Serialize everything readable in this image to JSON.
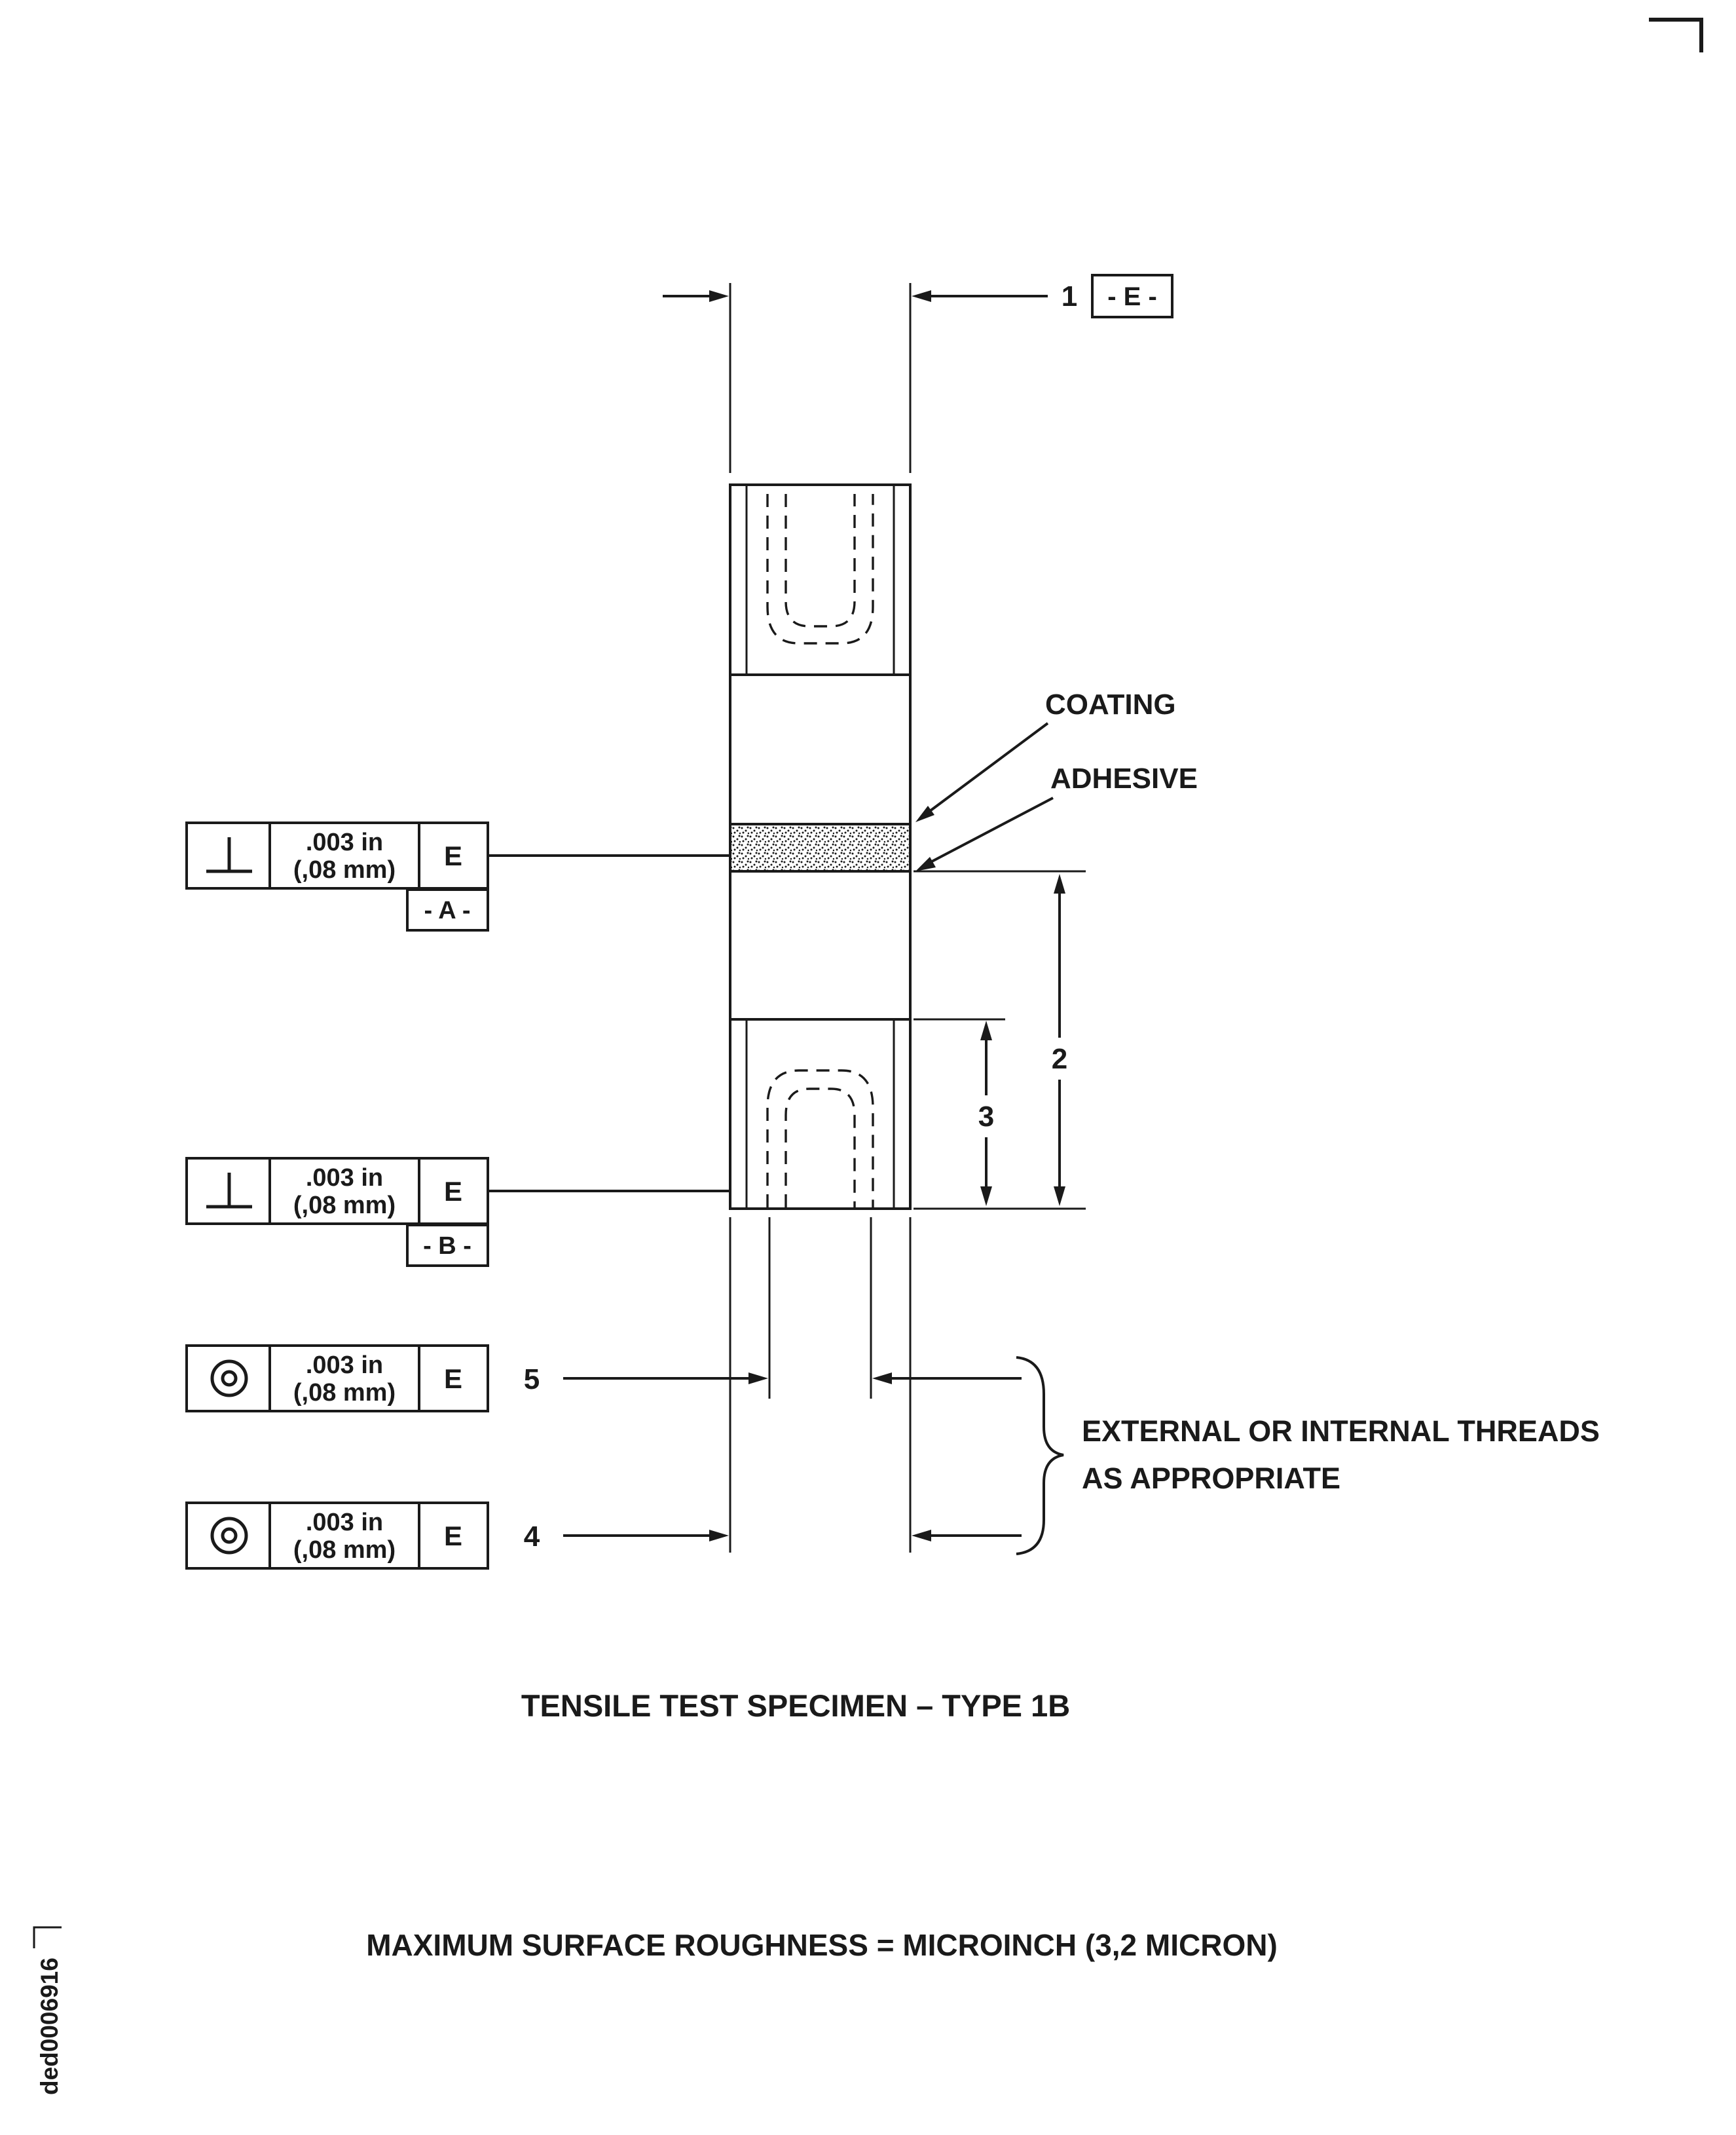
{
  "document": {
    "doc_code": "ded0006916",
    "title": "TENSILE TEST SPECIMEN – TYPE 1B",
    "note": "MAXIMUM SURFACE ROUGHNESS = MICROINCH (3,2 MICRON)"
  },
  "callouts": {
    "coating": "COATING",
    "adhesive": "ADHESIVE",
    "threads_line1": "EXTERNAL OR INTERNAL THREADS",
    "threads_line2": "AS APPROPRIATE"
  },
  "dims": {
    "d1": "1",
    "d2": "2",
    "d3": "3",
    "d4": "4",
    "d5": "5"
  },
  "datum_flags": {
    "e": "- E -"
  },
  "gdt_frames": [
    {
      "symbol": "perpendicularity-icon",
      "tolerance_in": ".003 in",
      "tolerance_mm": "(,08 mm)",
      "datum_ref": "E",
      "datum_tag": "- A -"
    },
    {
      "symbol": "perpendicularity-icon",
      "tolerance_in": ".003 in",
      "tolerance_mm": "(,08 mm)",
      "datum_ref": "E",
      "datum_tag": "- B -"
    },
    {
      "symbol": "concentricity-icon",
      "tolerance_in": ".003 in",
      "tolerance_mm": "(,08 mm)",
      "datum_ref": "E",
      "dim": "5"
    },
    {
      "symbol": "concentricity-icon",
      "tolerance_in": ".003 in",
      "tolerance_mm": "(,08 mm)",
      "datum_ref": "E",
      "dim": "4"
    }
  ],
  "colors": {
    "ink": "#1a1a1a",
    "paper": "#ffffff"
  }
}
